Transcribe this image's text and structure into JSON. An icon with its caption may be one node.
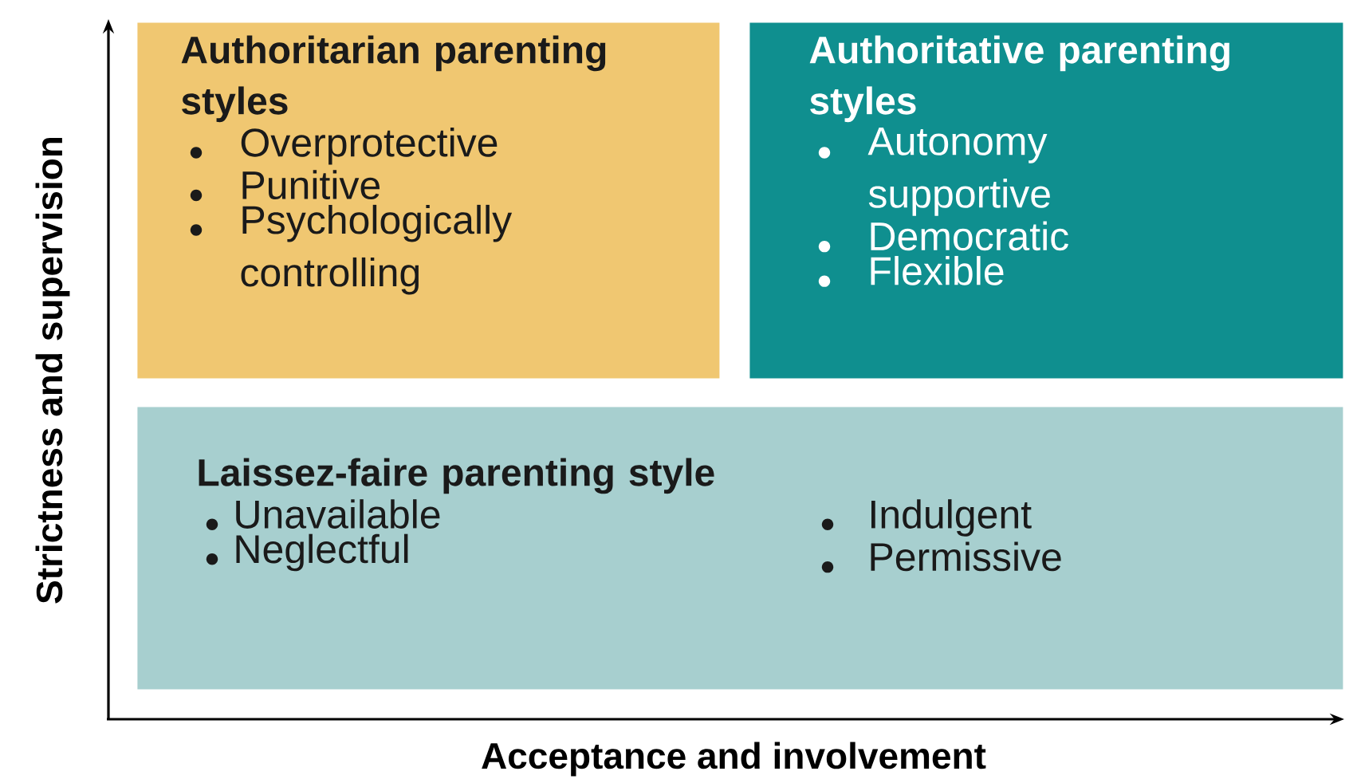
{
  "diagram": {
    "nodes": [
      {
        "text": [
          "Authoritarian parenting styles",
          "Overprotective",
          "Punitive",
          "Psychologically controlling"
        ]
      },
      {
        "text": [
          "Authoritative parenting styles",
          "Autonomy supportive",
          "Democratic",
          "Flexible"
        ]
      },
      {
        "text": [
          "Laissez-faire parenting style",
          "Unavailable",
          "Neglectful",
          "Indulgent",
          "Permissive"
        ]
      }
    ],
    "labels": [
      "Strictness and supervision",
      "Acceptance and involvement"
    ]
  }
}
